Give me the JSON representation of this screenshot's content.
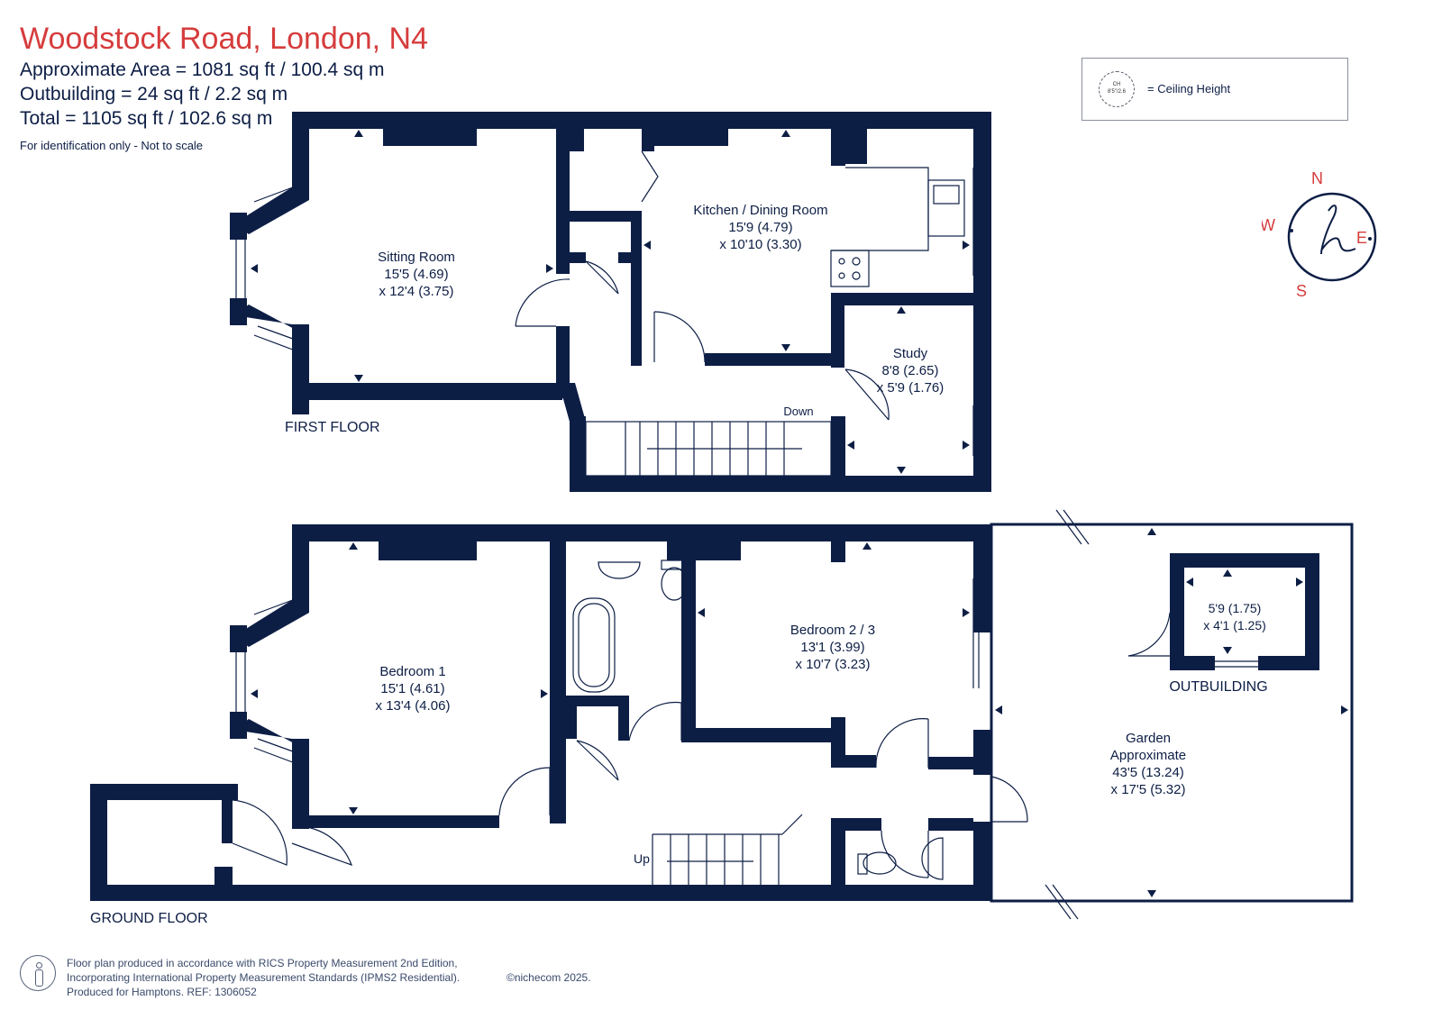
{
  "header": {
    "title": "Woodstock Road, London, N4",
    "approx_area": "Approximate Area = 1081 sq ft / 100.4 sq m",
    "outbuilding": "Outbuilding = 24 sq ft / 2.2 sq m",
    "total": "Total = 1105 sq ft / 102.6 sq m",
    "note": "For identification only - Not to scale"
  },
  "legend": {
    "badge_top": "CH",
    "badge_bottom": "8'5\"/2.6",
    "text": "= Ceiling Height"
  },
  "compass": {
    "n": "N",
    "e": "E",
    "s": "S",
    "w": "W"
  },
  "colors": {
    "wall": "#0d1e45",
    "title": "#d63c3c",
    "compass": "#d63c3c"
  },
  "first_floor": {
    "label": "FIRST FLOOR",
    "down": "Down",
    "sitting": {
      "name": "Sitting Room",
      "dim1": "15'5 (4.69)",
      "dim2": "x 12'4 (3.75)"
    },
    "kitchen": {
      "name": "Kitchen / Dining Room",
      "dim1": "15'9 (4.79)",
      "dim2": "x 10'10 (3.30)"
    },
    "study": {
      "name": "Study",
      "dim1": "8'8 (2.65)",
      "dim2": "x 5'9 (1.76)"
    }
  },
  "ground_floor": {
    "label": "GROUND FLOOR",
    "up": "Up",
    "bedroom1": {
      "name": "Bedroom 1",
      "dim1": "15'1 (4.61)",
      "dim2": "x 13'4 (4.06)"
    },
    "bedroom23": {
      "name": "Bedroom 2 / 3",
      "dim1": "13'1 (3.99)",
      "dim2": "x 10'7 (3.23)"
    },
    "garden": {
      "name": "Garden",
      "sub": "Approximate",
      "dim1": "43'5 (13.24)",
      "dim2": "x 17'5 (5.32)"
    },
    "outbuilding": {
      "label": "OUTBUILDING",
      "dim1": "5'9 (1.75)",
      "dim2": "x 4'1 (1.25)"
    }
  },
  "footer": {
    "line1": "Floor plan produced in accordance with RICS Property Measurement 2nd Edition,",
    "line2": "Incorporating International Property Measurement Standards (IPMS2 Residential).",
    "line3": "Produced for Hamptons.  REF: 1306052",
    "copyright": "©nichecom 2025."
  }
}
